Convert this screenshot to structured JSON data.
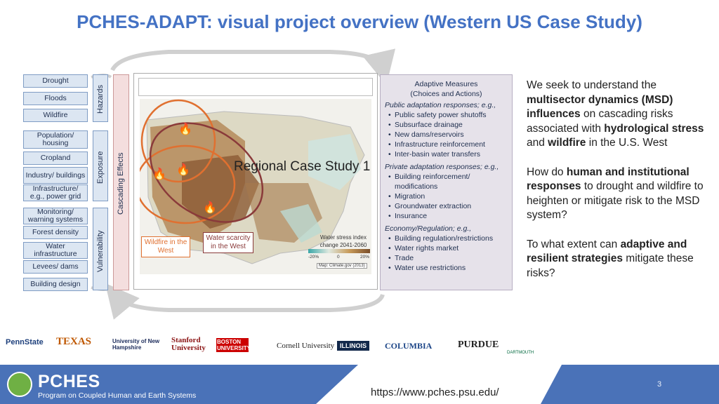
{
  "title": "PCHES-ADAPT: visual project overview (Western US Case Study)",
  "hazards": {
    "label": "Hazards",
    "items": [
      "Drought",
      "Floods",
      "Wildfire"
    ]
  },
  "exposure": {
    "label": "Exposure",
    "items": [
      "Population/ housing",
      "Cropland",
      "Industry/ buildings",
      "Infrastructure/ e.g., power grid"
    ]
  },
  "vulnerability": {
    "label": "Vulnerability",
    "items": [
      "Monitoring/ warning systems",
      "Forest density",
      "Water infrastructure",
      "Levees/ dams",
      "Building design"
    ]
  },
  "cascading_label": "Cascading Effects",
  "map": {
    "case_study_label": "Regional Case Study 1",
    "callout_wildfire": "Wildfire in the West",
    "callout_water": "Water scarcity in the West",
    "legend_title_1": "Water stress index",
    "legend_title_2": "change 2041-2060",
    "legend_ticks": [
      "-20%",
      "0",
      "20%"
    ],
    "credit": "Map: Climate.gov (2013)"
  },
  "adaptive": {
    "header_1": "Adaptive Measures",
    "header_2": "(Choices and Actions)",
    "sections": [
      {
        "title": "Public adaptation responses; e.g.,",
        "items": [
          "Public safety power shutoffs",
          "Subsurface drainage",
          "New dams/reservoirs",
          "Infrastructure reinforcement",
          "Inter-basin water transfers"
        ]
      },
      {
        "title": "Private adaptation responses; e.g.,",
        "items": [
          "Building reinforcement/ modifications",
          "Migration",
          "Groundwater extraction",
          "Insurance"
        ]
      },
      {
        "title": "Economy/Regulation; e.g.,",
        "items": [
          "Building regulation/restrictions",
          "Water rights market",
          "Trade",
          "Water use restrictions"
        ]
      }
    ]
  },
  "right_text": {
    "p1": [
      "We seek to understand the ",
      "multisector dynamics (MSD) influences",
      " on cascading risks associated with ",
      "hydrological stress",
      " and ",
      "wildfire",
      " in the U.S. West"
    ],
    "p2": [
      "How do ",
      "human and institutional responses",
      " to drought and wildfire to heighten or mitigate risk to the MSD system?"
    ],
    "p3": [
      "To what extent can ",
      "adaptive and resilient strategies",
      " mitigate these risks?"
    ]
  },
  "logos": [
    "PennState",
    "TEXAS",
    "University of New Hampshire",
    "Stanford University",
    "BOSTON UNIVERSITY",
    "Cornell University",
    "ILLINOIS",
    "COLUMBIA",
    "PURDUE",
    "DARTMOUTH"
  ],
  "footer": {
    "brand": "PCHES",
    "subtitle": "Program on Coupled Human and Earth Systems",
    "url": "https://www.pches.psu.edu/",
    "page": "3"
  },
  "colors": {
    "title": "#4472c4",
    "box_fill": "#dce6f2",
    "cascade_fill": "#f4dede",
    "adapt_fill": "#e6e2ea",
    "footer": "#4a72b8",
    "wildfire_outline": "#e07030",
    "water_outline": "#8a3a3a"
  }
}
